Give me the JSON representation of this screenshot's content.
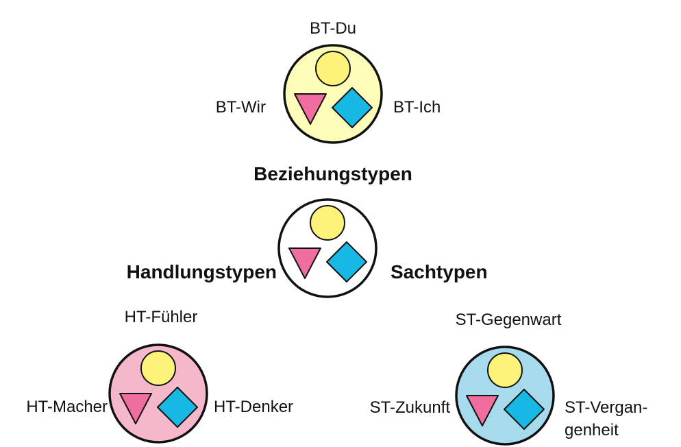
{
  "colors": {
    "top_group_fill": "#fdfcb8",
    "center_group_fill": "#ffffff",
    "left_group_fill": "#f5b8cb",
    "right_group_fill": "#a5dbec",
    "circle_shape": "#fdf37b",
    "triangle_shape": "#f06da0",
    "diamond_shape": "#18b8e4",
    "outline": "#111111"
  },
  "groups": {
    "top": {
      "name": "Beziehungstypen",
      "label_top": "BT-Du",
      "label_left": "BT-Wir",
      "label_right": "BT-Ich"
    },
    "center": {
      "label_left": "Handlungstypen",
      "label_right": "Sachtypen"
    },
    "left": {
      "label_top": "HT-Fühler",
      "label_left": "HT-Macher",
      "label_right": "HT-Denker"
    },
    "right": {
      "label_top": "ST-Gegenwart",
      "label_left": "ST-Zukunft",
      "label_right_line1": "ST-Vergan-",
      "label_right_line2": "genheit"
    }
  },
  "shape_icons": [
    "circle-shape",
    "triangle-shape",
    "diamond-shape"
  ]
}
